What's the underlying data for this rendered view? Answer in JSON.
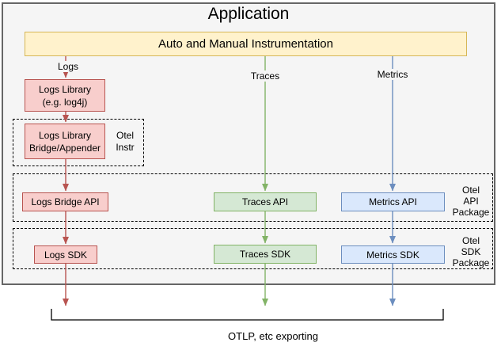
{
  "title": "Application",
  "instrumentation": "Auto and Manual Instrumentation",
  "flows": {
    "logs": {
      "label": "Logs",
      "library": "Logs Library\n(e.g. log4j)",
      "bridge": "Logs Library\nBridge/Appender",
      "api": "Logs Bridge API",
      "sdk": "Logs SDK"
    },
    "traces": {
      "label": "Traces",
      "api": "Traces API",
      "sdk": "Traces SDK"
    },
    "metrics": {
      "label": "Metrics",
      "api": "Metrics API",
      "sdk": "Metrics SDK"
    }
  },
  "groups": {
    "instr": "Otel\nInstr",
    "api_package": "Otel\nAPI\nPackage",
    "sdk_package": "Otel\nSDK\nPackage"
  },
  "footer": "OTLP, etc exporting",
  "colors": {
    "container_fill": "#f5f5f5",
    "container_border": "#666666",
    "instrumentation_fill": "#fff2cc",
    "instrumentation_border": "#d6b656",
    "logs_fill": "#f8cecc",
    "logs_border": "#b85450",
    "traces_fill": "#d5e8d4",
    "traces_border": "#82b366",
    "metrics_fill": "#dae8fc",
    "metrics_border": "#6c8ebf"
  }
}
